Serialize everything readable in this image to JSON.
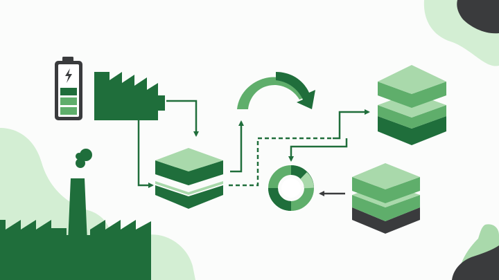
{
  "diagram": {
    "nodes": [
      {
        "id": "battery",
        "label": "",
        "icon": "battery-icon",
        "charge_bars_filled": 3
      },
      {
        "id": "factory-top",
        "label": "",
        "icon": "factory-icon"
      },
      {
        "id": "layer-stack-center",
        "label": "",
        "icon": "layer-stack-icon"
      },
      {
        "id": "circular-arrow",
        "label": "",
        "icon": "cycle-arrow-icon"
      },
      {
        "id": "layer-stack-top-right",
        "label": "",
        "icon": "layer-stack-icon"
      },
      {
        "id": "donut",
        "label": "",
        "icon": "donut-chart-icon"
      },
      {
        "id": "layer-stack-bottom-right",
        "label": "",
        "icon": "layer-stack-icon"
      },
      {
        "id": "factory-bottom",
        "label": "",
        "icon": "smokestack-factory-icon"
      }
    ],
    "edges": [
      {
        "from": "factory-top",
        "to": "layer-stack-center",
        "style": "solid"
      },
      {
        "from": "battery",
        "to": "layer-stack-center",
        "style": "solid"
      },
      {
        "from": "layer-stack-center",
        "to": "circular-arrow",
        "style": "solid"
      },
      {
        "from": "layer-stack-center",
        "to": "layer-stack-top-right",
        "style": "dashed"
      },
      {
        "from": "layer-stack-top-right",
        "to": "donut",
        "style": "solid"
      },
      {
        "from": "layer-stack-bottom-right",
        "to": "donut",
        "style": "solid"
      }
    ],
    "colors": {
      "dark_green": "#1f6e3b",
      "mid_green": "#5fae6b",
      "light_green": "#a9d9ab",
      "pale_green": "#d3eed3",
      "dark_gray": "#3a3b3d",
      "background": "#fbfcfb"
    }
  }
}
